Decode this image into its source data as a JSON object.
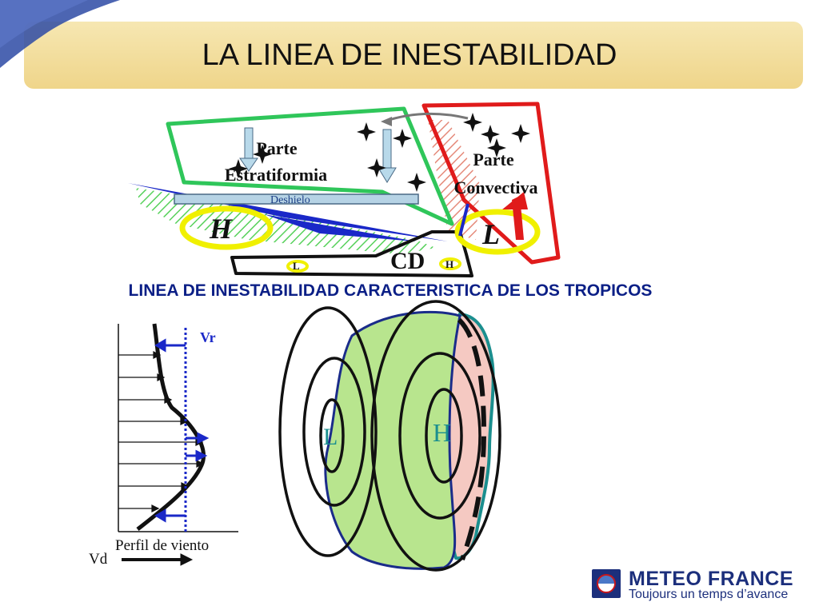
{
  "slide": {
    "title": "LA LINEA DE INESTABILIDAD",
    "subtitle": "LINEA DE INESTABILIDAD CARACTERISTICA DE LOS TROPICOS"
  },
  "upper_diagram": {
    "stratiform_label_line1": "Parte",
    "stratiform_label_line2": "Estratiformia",
    "convective_label_line1": "Parte",
    "convective_label_line2": "Convectiva",
    "melting_label": "Deshielo",
    "high_label": "H",
    "low_label": "L",
    "cold_dome_label": "CD",
    "small_low_label": "L",
    "small_high_label": "H"
  },
  "wind_profile": {
    "relative_wind_label": "Vr",
    "profile_label": "Perfil de viento",
    "displacement_label": "Vd"
  },
  "pressure_map": {
    "low_label": "L",
    "high_label": "H"
  },
  "logo": {
    "name": "METEO FRANCE",
    "tagline": "Toujours un temps d’avance"
  },
  "colors": {
    "title_bar": "#f2dc9a",
    "stratiform_outline": "#2fc65a",
    "convective_outline": "#e01b1b",
    "pressure_ellipse": "#f0f000",
    "wind_arrow": "#1a28c8",
    "rain_area_fill": "#b8e58e",
    "gust_front_fill": "#f5c9c2",
    "gust_front_edge": "#1b8f8f",
    "logo": "#1c2f7c"
  }
}
